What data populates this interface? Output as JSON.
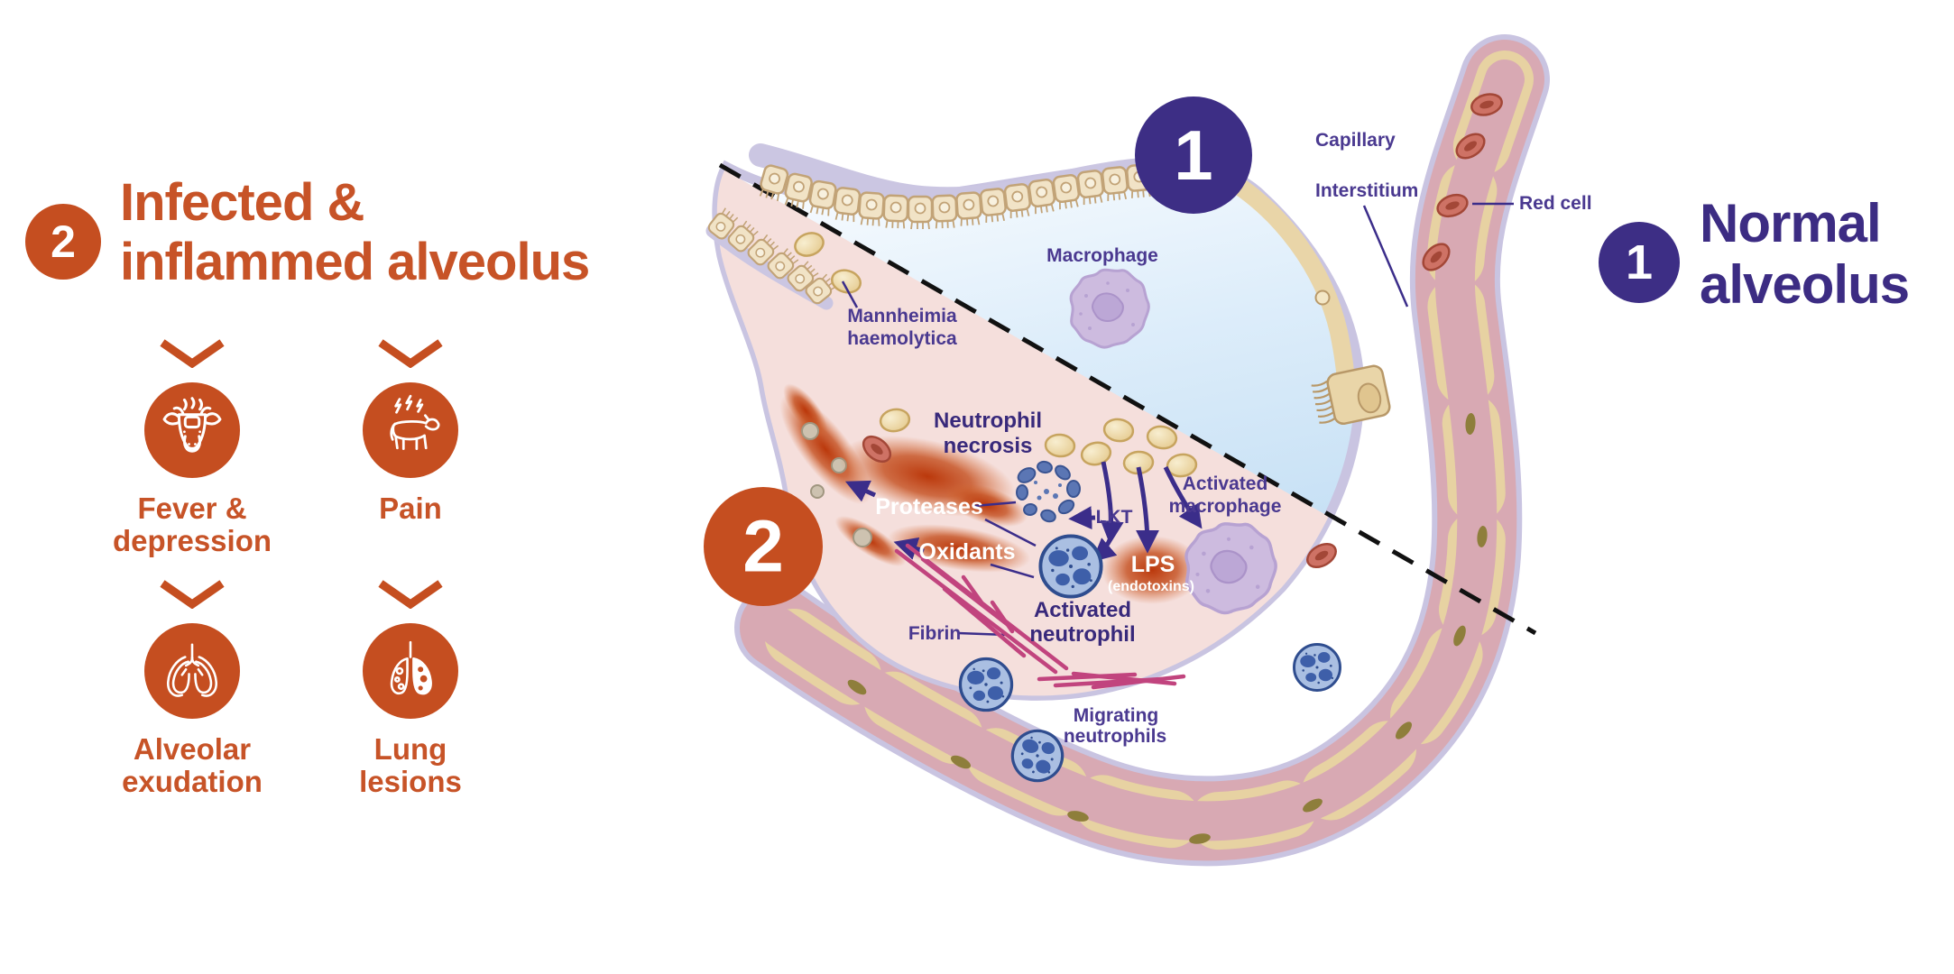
{
  "palette": {
    "orange": "#C54E20",
    "orange_text": "#C75327",
    "purple": "#3D2E85",
    "purple_title": "#3C2C83",
    "label_purple": "#4A3990",
    "label_purple_bold": "#38297B",
    "alveolus_blue": "#CDE3F6",
    "infected_pink": "#F5DFDC",
    "capillary_pink": "#D8A9B3",
    "membrane_lavender": "#C9C4E1",
    "endothelium_tan": "#E7D2A2",
    "bacteria_tan": "#EFDFAE",
    "neutrophil_blue": "#AABFE2",
    "macrophage_purple": "#CDBBDF",
    "fibrin_magenta": "#C1447E",
    "toxin_red": "#BE3608"
  },
  "left_panel": {
    "badge": "2",
    "title": {
      "line1": "Infected &",
      "line2": "inflammed alveolus"
    },
    "symptoms": [
      {
        "id": "fever-depression",
        "icon": "cow-fever-icon",
        "label_line1": "Fever &",
        "label_line2": "depression"
      },
      {
        "id": "pain",
        "icon": "cow-pain-icon",
        "label_line1": "Pain",
        "label_line2": ""
      },
      {
        "id": "alveolar-exudation",
        "icon": "lungs-exudation-icon",
        "label_line1": "Alveolar",
        "label_line2": "exudation"
      },
      {
        "id": "lung-lesions",
        "icon": "lungs-lesions-icon",
        "label_line1": "Lung",
        "label_line2": "lesions"
      }
    ]
  },
  "right_panel": {
    "badge": "1",
    "title": {
      "line1": "Normal",
      "line2": "alveolus"
    }
  },
  "diagram": {
    "badge_normal": "1",
    "badge_infected": "2",
    "labels": {
      "capillary": "Capillary",
      "interstitium": "Interstitium",
      "red_cell": "Red cell",
      "macrophage": "Macrophage",
      "mannheimia": {
        "line1": "Mannheimia",
        "line2": "haemolytica"
      },
      "neutrophil_necrosis": {
        "line1": "Neutrophil",
        "line2": "necrosis"
      },
      "proteases": "Proteases",
      "lkt": "LKT",
      "activated_macrophage": {
        "line1": "Activated",
        "line2": "macrophage"
      },
      "oxidants": "Oxidants",
      "lps": {
        "line1": "LPS",
        "line2": "(endotoxins)"
      },
      "activated_neutrophil": {
        "line1": "Activated",
        "line2": "neutrophil"
      },
      "fibrin": "Fibrin",
      "migrating_neutrophils": {
        "line1": "Migrating",
        "line2": "neutrophils"
      }
    }
  }
}
